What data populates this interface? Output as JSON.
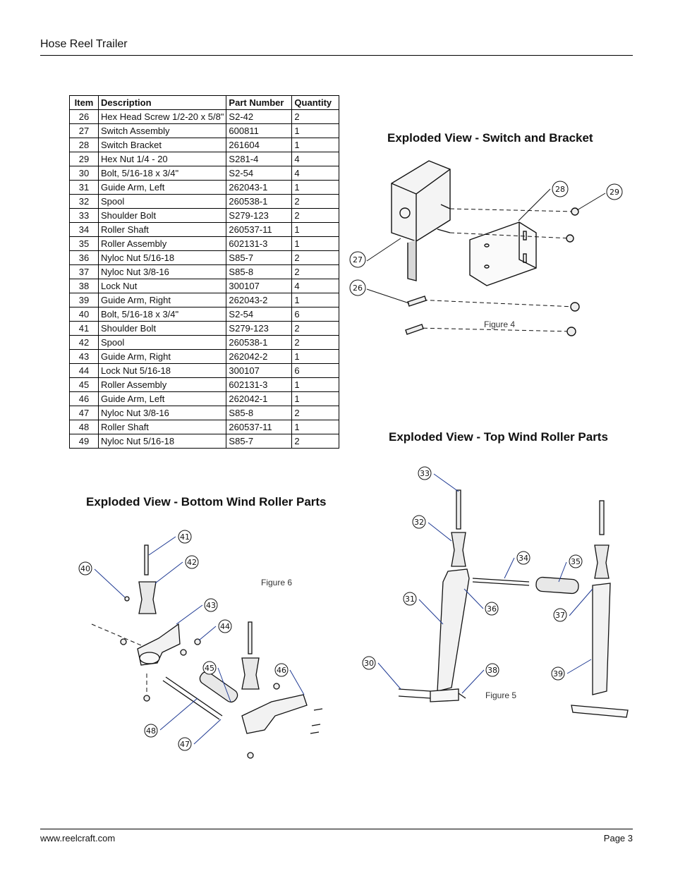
{
  "header": {
    "title": "Hose Reel Trailer"
  },
  "footer": {
    "url": "www.reelcraft.com",
    "page": "Page 3"
  },
  "table": {
    "headers": [
      "Item",
      "Description",
      "Part Number",
      "Quantity"
    ],
    "rows": [
      [
        "26",
        "Hex Head Screw 1/2-20 x 5/8\"",
        "S2-42",
        "2"
      ],
      [
        "27",
        "Switch Assembly",
        "600811",
        "1"
      ],
      [
        "28",
        "Switch Bracket",
        "261604",
        "1"
      ],
      [
        "29",
        "Hex Nut 1/4 - 20",
        "S281-4",
        "4"
      ],
      [
        "30",
        "Bolt, 5/16-18 x 3/4\"",
        "S2-54",
        "4"
      ],
      [
        "31",
        "Guide Arm, Left",
        "262043-1",
        "1"
      ],
      [
        "32",
        "Spool",
        "260538-1",
        "2"
      ],
      [
        "33",
        "Shoulder Bolt",
        "S279-123",
        "2"
      ],
      [
        "34",
        "Roller Shaft",
        "260537-11",
        "1"
      ],
      [
        "35",
        "Roller Assembly",
        "602131-3",
        "1"
      ],
      [
        "36",
        "Nyloc Nut 5/16-18",
        "S85-7",
        "2"
      ],
      [
        "37",
        "Nyloc Nut 3/8-16",
        "S85-8",
        "2"
      ],
      [
        "38",
        "Lock Nut",
        "300107",
        "4"
      ],
      [
        "39",
        "Guide Arm, Right",
        "262043-2",
        "1"
      ],
      [
        "40",
        "Bolt, 5/16-18 x 3/4\"",
        "S2-54",
        "6"
      ],
      [
        "41",
        "Shoulder Bolt",
        "S279-123",
        "2"
      ],
      [
        "42",
        "Spool",
        "260538-1",
        "2"
      ],
      [
        "43",
        "Guide Arm, Right",
        "262042-2",
        "1"
      ],
      [
        "44",
        "Lock Nut 5/16-18",
        "300107",
        "6"
      ],
      [
        "45",
        "Roller Assembly",
        "602131-3",
        "1"
      ],
      [
        "46",
        "Guide Arm, Left",
        "262042-1",
        "1"
      ],
      [
        "47",
        "Nyloc Nut 3/8-16",
        "S85-8",
        "2"
      ],
      [
        "48",
        "Roller Shaft",
        "260537-11",
        "1"
      ],
      [
        "49",
        "Nyloc Nut 5/16-18",
        "S85-7",
        "2"
      ]
    ]
  },
  "sections": {
    "switch_bracket": {
      "title": "Exploded View - Switch and Bracket",
      "caption": "Figure 4",
      "callouts": [
        "27",
        "28",
        "29",
        "26"
      ]
    },
    "top_wind": {
      "title": "Exploded View - Top Wind Roller Parts",
      "caption": "Figure 5",
      "callouts": [
        "33",
        "32",
        "34",
        "35",
        "31",
        "36",
        "37",
        "30",
        "38",
        "39"
      ]
    },
    "bottom_wind": {
      "title": "Exploded View - Bottom Wind Roller Parts",
      "caption": "Figure 6",
      "callouts": [
        "41",
        "40",
        "42",
        "43",
        "44",
        "45",
        "46",
        "48",
        "47"
      ]
    }
  },
  "colors": {
    "leader": "#1f3a93",
    "ink": "#111111"
  }
}
